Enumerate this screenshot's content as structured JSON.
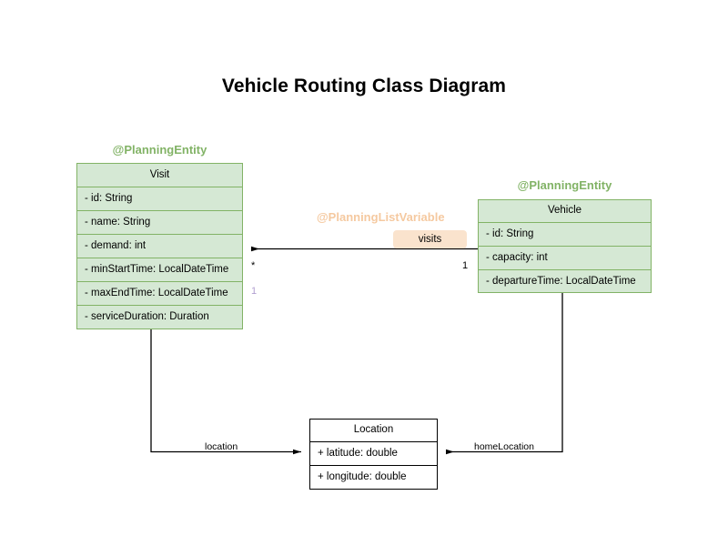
{
  "title": "Vehicle Routing Class Diagram",
  "background_color": "#ffffff",
  "colors": {
    "class_fill": "#d5e8d4",
    "class_border": "#82b366",
    "stereotype_entity": "#82b366",
    "stereotype_list_variable": "#f5c9a0",
    "badge_fill": "#fae3cd",
    "plain_border": "#000000",
    "multiplicity_accent": "#b09fd0",
    "connector": "#000000"
  },
  "classes": [
    {
      "id": "visit",
      "name": "Visit",
      "stereotype": "@PlanningEntity",
      "attributes": [
        "- id: String",
        "- name: String",
        "- demand: int",
        "- minStartTime: LocalDateTime",
        "- maxEndTime: LocalDateTime",
        "- serviceDuration: Duration"
      ]
    },
    {
      "id": "vehicle",
      "name": "Vehicle",
      "stereotype": "@PlanningEntity",
      "attributes": [
        "- id: String",
        "- capacity: int",
        "- departureTime: LocalDateTime"
      ]
    },
    {
      "id": "location",
      "name": "Location",
      "stereotype": "",
      "attributes": [
        "+ latitude: double",
        "+ longitude: double"
      ]
    }
  ],
  "relationships": [
    {
      "id": "vehicle-visits",
      "from": "Vehicle",
      "to": "Visit",
      "label": "visits",
      "stereotype": "@PlanningListVariable",
      "source_multiplicity": "1",
      "target_multiplicity": "*",
      "target_multiplicity_secondary": "1"
    },
    {
      "id": "visit-location",
      "from": "Visit",
      "to": "Location",
      "label": "location"
    },
    {
      "id": "vehicle-homelocation",
      "from": "Vehicle",
      "to": "Location",
      "label": "homeLocation"
    }
  ]
}
